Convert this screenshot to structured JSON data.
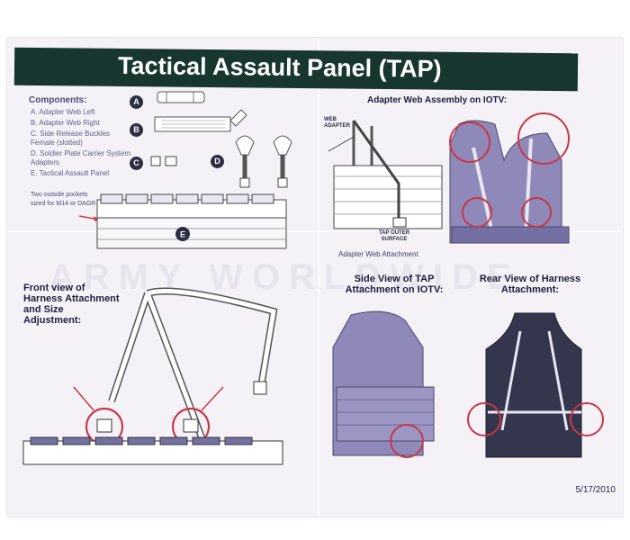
{
  "title": "Tactical Assault Panel (TAP)",
  "components": {
    "heading": "Components:",
    "items": [
      "A. Adapter Web Left",
      "B. Adapter Web Right",
      "C. Side Release Buckles Female (slotted)",
      "D. Soldier Plate Carrier System Adapters",
      "E. Tactical Assault Panel"
    ],
    "badges": [
      "A",
      "B",
      "C",
      "D",
      "E"
    ]
  },
  "pocket_note": "Two outside pockets sized for M14 or DAGR",
  "sections": {
    "adapter_web_assembly": "Adapter Web Assembly on IOTV:",
    "web_adapter_label": "WEB ADAPTER",
    "tap_outer_surface_label": "TAP OUTER SURFACE",
    "adapter_web_attachment": "Adapter Web Attachment",
    "front_view": "Front view of Harness Attachment and Size Adjustment:",
    "side_view": "Side View of TAP Attachment on IOTV:",
    "rear_view": "Rear View of Harness Attachment:"
  },
  "watermark": "ARMY WORLDWIDE",
  "date": "5/17/2010",
  "colors": {
    "banner": "#17362f",
    "highlight_circle": "#c8364a",
    "vest": "#8e89b8",
    "dark_vest": "#33364c"
  }
}
